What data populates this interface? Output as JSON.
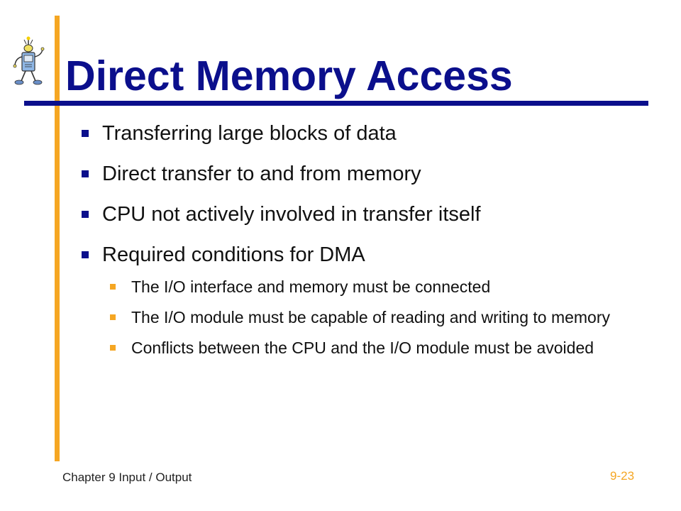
{
  "slide": {
    "title": "Direct Memory Access",
    "bullets": [
      {
        "text": "Transferring large blocks of data"
      },
      {
        "text": "Direct transfer to and from memory"
      },
      {
        "text": "CPU not actively involved in transfer itself"
      },
      {
        "text": "Required conditions for DMA"
      }
    ],
    "subbullets": [
      {
        "text": "The I/O interface and memory must be connected"
      },
      {
        "text": "The I/O module must be capable of reading and writing to memory"
      },
      {
        "text": "Conflicts between the CPU and the I/O module must be avoided"
      }
    ]
  },
  "footer": {
    "chapter": "Chapter 9 Input / Output",
    "page_number": "9-23"
  },
  "colors": {
    "accent_navy": "#0b0f8c",
    "accent_orange": "#f5a623"
  },
  "icons": {
    "logo": "cartoon-computer-mascot-icon"
  }
}
